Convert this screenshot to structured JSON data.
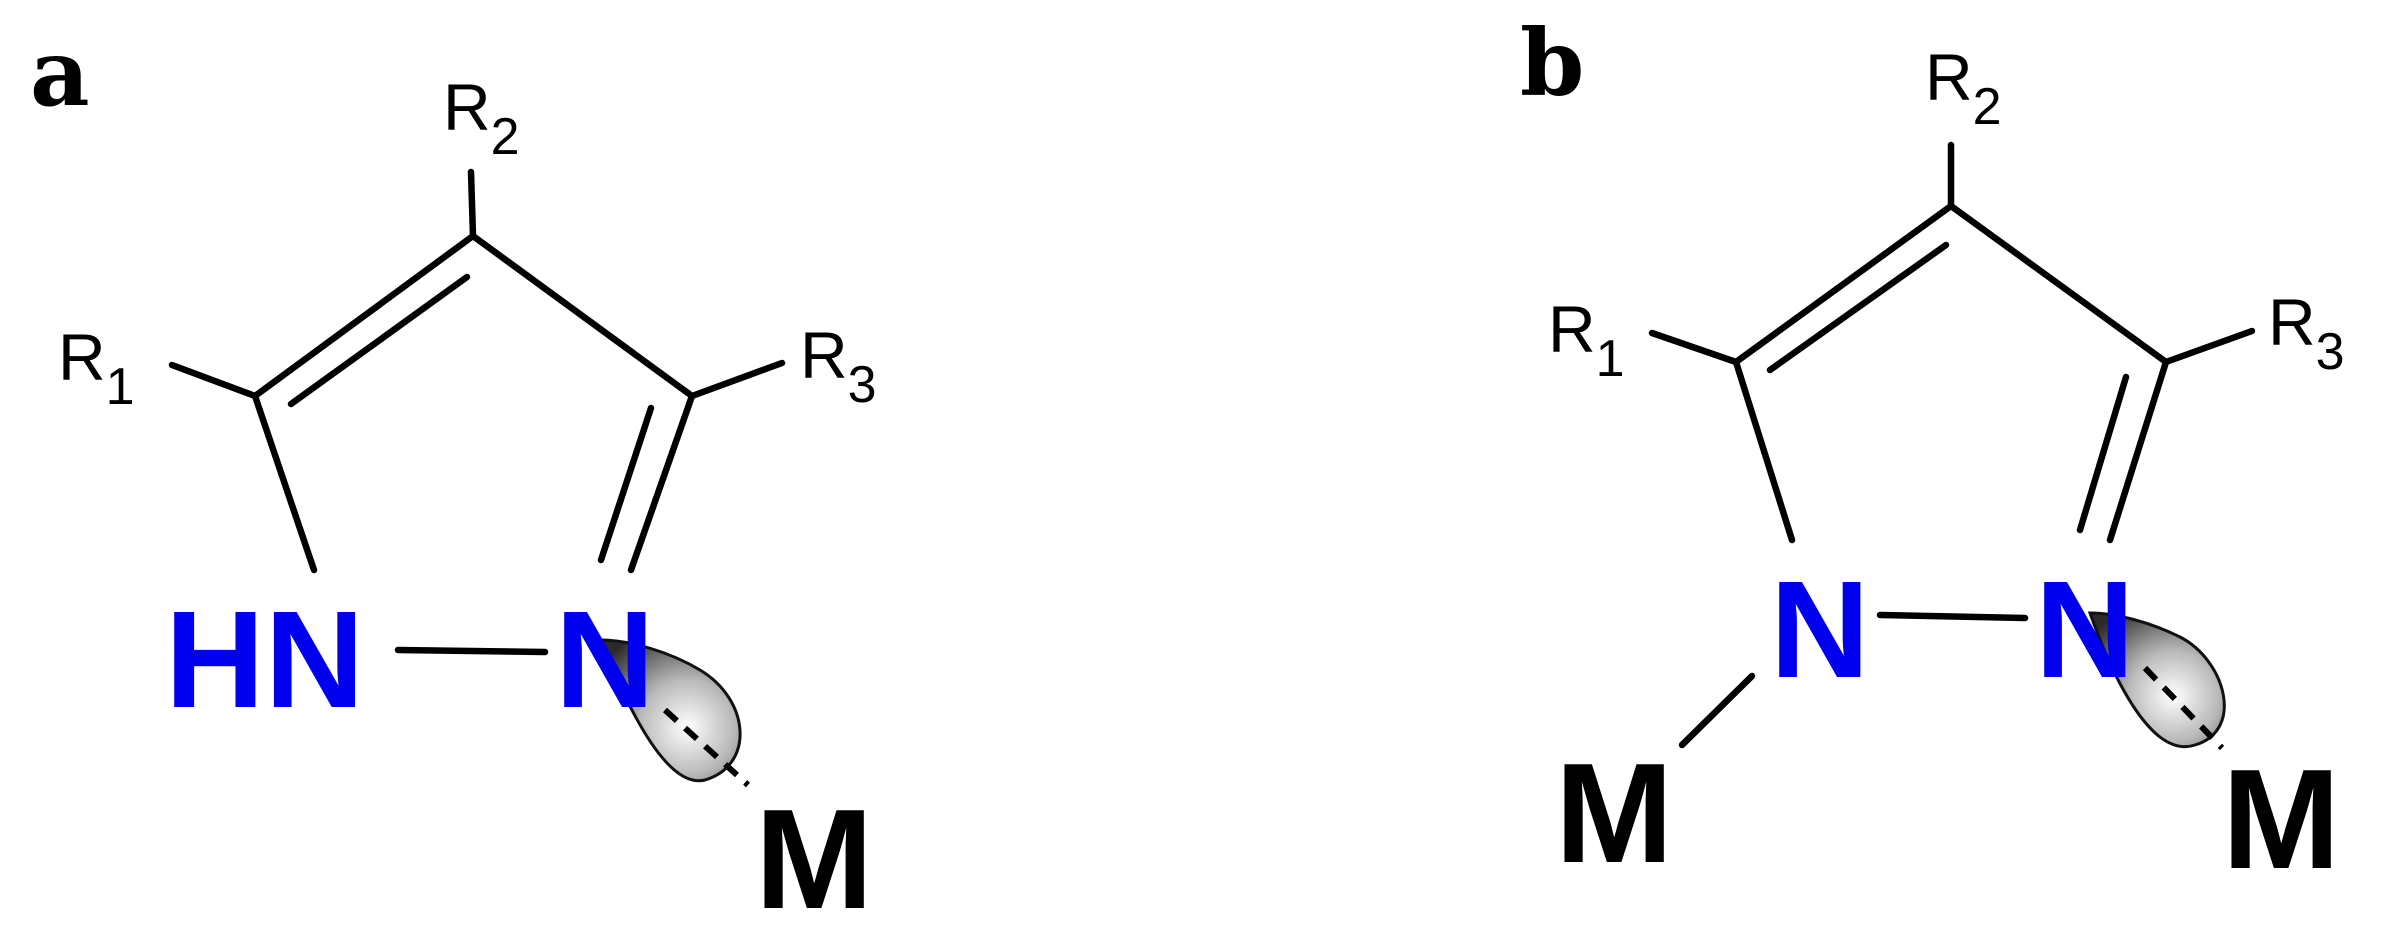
{
  "colors": {
    "nitrogen": "#0000ee",
    "bond": "#000000",
    "metal": "#000000",
    "lone_pair_fill": "radial-gray"
  },
  "panels": [
    {
      "label": "a",
      "substituents": {
        "r1": "R",
        "r1_index": "1",
        "r2": "R",
        "r2_index": "2",
        "r3": "R",
        "r3_index": "3"
      },
      "n_left": "HN",
      "n_right": "N",
      "metals": [
        "M"
      ]
    },
    {
      "label": "b",
      "substituents": {
        "r1": "R",
        "r1_index": "1",
        "r2": "R",
        "r2_index": "2",
        "r3": "R",
        "r3_index": "3"
      },
      "n_left": "N",
      "n_right": "N",
      "metals": [
        "M",
        "M"
      ]
    }
  ]
}
